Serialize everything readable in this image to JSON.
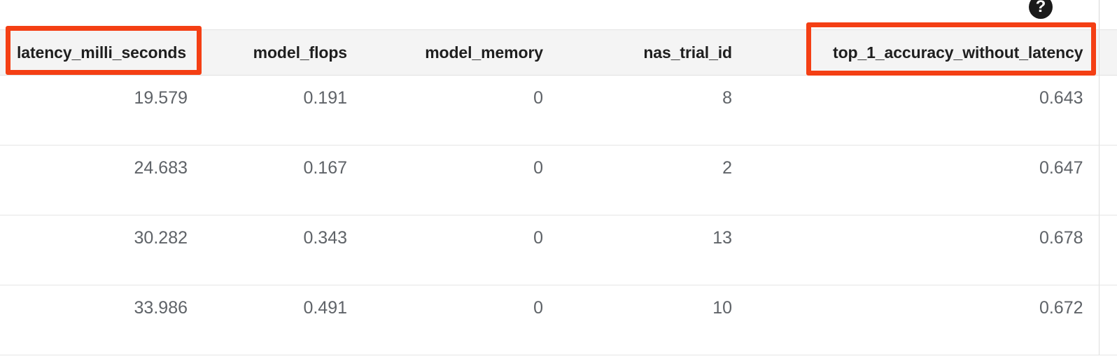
{
  "toolbar": {
    "help_icon_glyph": "?",
    "help_icon_name": "help-icon"
  },
  "table": {
    "columns": [
      {
        "key": "latency_milli_seconds",
        "label": "latency_milli_seconds",
        "align": "left",
        "highlighted": true
      },
      {
        "key": "model_flops",
        "label": "model_flops",
        "align": "right",
        "highlighted": false
      },
      {
        "key": "model_memory",
        "label": "model_memory",
        "align": "right",
        "highlighted": false
      },
      {
        "key": "nas_trial_id",
        "label": "nas_trial_id",
        "align": "right",
        "highlighted": false
      },
      {
        "key": "top_1_accuracy_without_latency",
        "label": "top_1_accuracy_without_latency",
        "align": "right",
        "highlighted": true
      }
    ],
    "rows": [
      {
        "latency_milli_seconds": "19.579",
        "model_flops": "0.191",
        "model_memory": "0",
        "nas_trial_id": "8",
        "top_1_accuracy_without_latency": "0.643"
      },
      {
        "latency_milli_seconds": "24.683",
        "model_flops": "0.167",
        "model_memory": "0",
        "nas_trial_id": "2",
        "top_1_accuracy_without_latency": "0.647"
      },
      {
        "latency_milli_seconds": "30.282",
        "model_flops": "0.343",
        "model_memory": "0",
        "nas_trial_id": "13",
        "top_1_accuracy_without_latency": "0.678"
      },
      {
        "latency_milli_seconds": "33.986",
        "model_flops": "0.491",
        "model_memory": "0",
        "nas_trial_id": "10",
        "top_1_accuracy_without_latency": "0.672"
      }
    ]
  },
  "annotations": [
    {
      "name": "annotation-box-latency",
      "target": "latency_milli_seconds",
      "color": "#f43f14"
    },
    {
      "name": "annotation-box-top-1-accuracy",
      "target": "top_1_accuracy_without_latency",
      "color": "#f43f14"
    }
  ],
  "colors": {
    "annotation": "#f43f14",
    "header_background": "#f4f4f4",
    "header_text": "#1f1f1f",
    "cell_text": "#5f6368",
    "row_border": "#e6e6e6",
    "page_background": "#ffffff"
  }
}
